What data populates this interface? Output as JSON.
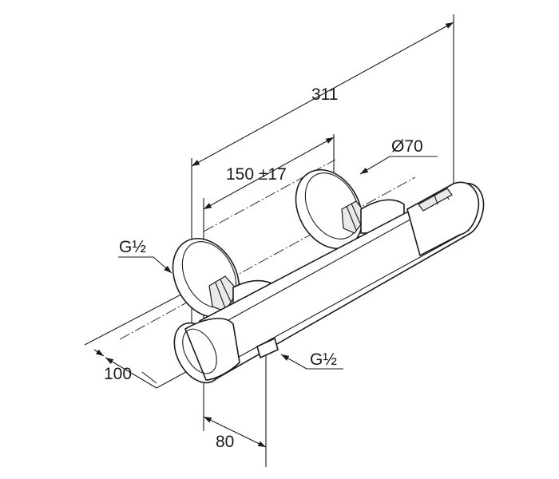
{
  "dimensions": {
    "overall_length": "311",
    "centre_distance": "150 ±17",
    "rosette_diameter": "Ø70",
    "inlet_thread": "G½",
    "outlet_thread": "G½",
    "projection": "100",
    "outlet_offset": "80"
  },
  "colors": {
    "line": "#1a1a1a",
    "background": "#ffffff",
    "shading": "#e9e9e9"
  }
}
